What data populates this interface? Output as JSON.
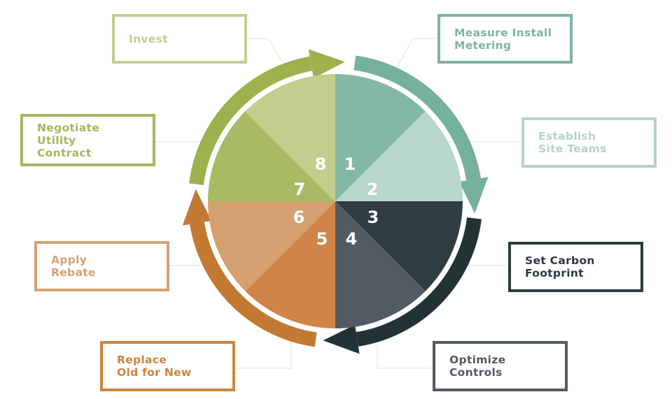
{
  "steps": [
    {
      "number": "1",
      "label": "Measure Install\nMetering",
      "color": "#84b8a6",
      "arrow": "#76b19c",
      "box_color": "#7fb3a1"
    },
    {
      "number": "2",
      "label": "Establish\nSite Teams",
      "color": "#b9d6cc",
      "box_color": "#b5d3c8"
    },
    {
      "number": "3",
      "label": "Set Carbon\nFootprint",
      "color": "#2f3d42",
      "arrow": "#233235",
      "box_color": "#2c3a3e"
    },
    {
      "number": "4",
      "label": "Optimize\nControls",
      "color": "#525b61",
      "box_color": "#525b60"
    },
    {
      "number": "5",
      "label": "Replace\nOld for New",
      "color": "#cf8549",
      "arrow": "#c27a32",
      "box_color": "#cd843f"
    },
    {
      "number": "6",
      "label": "Apply\nRebate",
      "color": "#d5a06f",
      "box_color": "#d4a172"
    },
    {
      "number": "7",
      "label": "Negotiate\nUtility\nContract",
      "color": "#a9ba64",
      "arrow": "#9cb24d",
      "box_color": "#a3b860"
    },
    {
      "number": "8",
      "label": "Invest",
      "color": "#c4cc8e",
      "box_color": "#c3ce93"
    }
  ]
}
